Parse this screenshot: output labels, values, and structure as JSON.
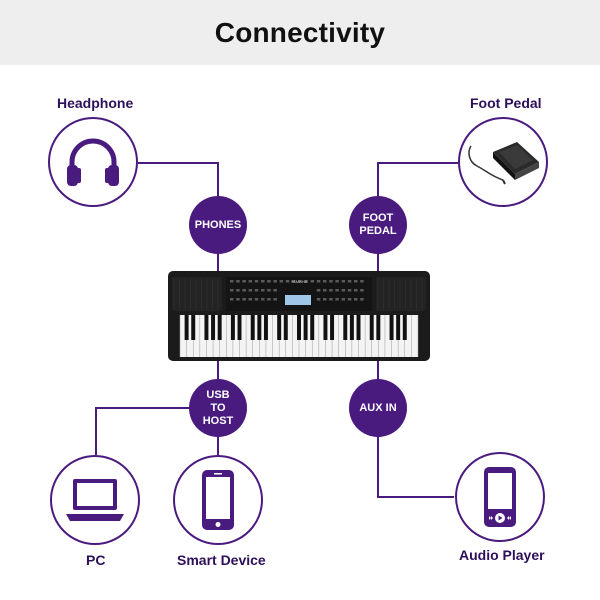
{
  "title": "Connectivity",
  "colors": {
    "accent": "#4a1b7f",
    "header_bg": "#eeeeee",
    "label": "#2d0f5a"
  },
  "devices": {
    "headphone": {
      "label": "Headphone",
      "icon": "headphones-icon"
    },
    "foot_pedal": {
      "label": "Foot Pedal",
      "icon": "foot-pedal-icon"
    },
    "pc": {
      "label": "PC",
      "icon": "laptop-icon"
    },
    "smart_device": {
      "label": "Smart Device",
      "icon": "smartphone-icon"
    },
    "audio_player": {
      "label": "Audio Player",
      "icon": "audio-player-icon"
    }
  },
  "ports": {
    "phones": {
      "lines": [
        "PHONES"
      ]
    },
    "foot_pedal": {
      "lines": [
        "FOOT",
        "PEDAL"
      ]
    },
    "usb_to_host": {
      "lines": [
        "USB",
        "TO",
        "HOST"
      ]
    },
    "aux_in": {
      "lines": [
        "AUX IN"
      ]
    }
  },
  "keyboard": {
    "brand": "YAMAHA",
    "icon": "keyboard-icon"
  }
}
